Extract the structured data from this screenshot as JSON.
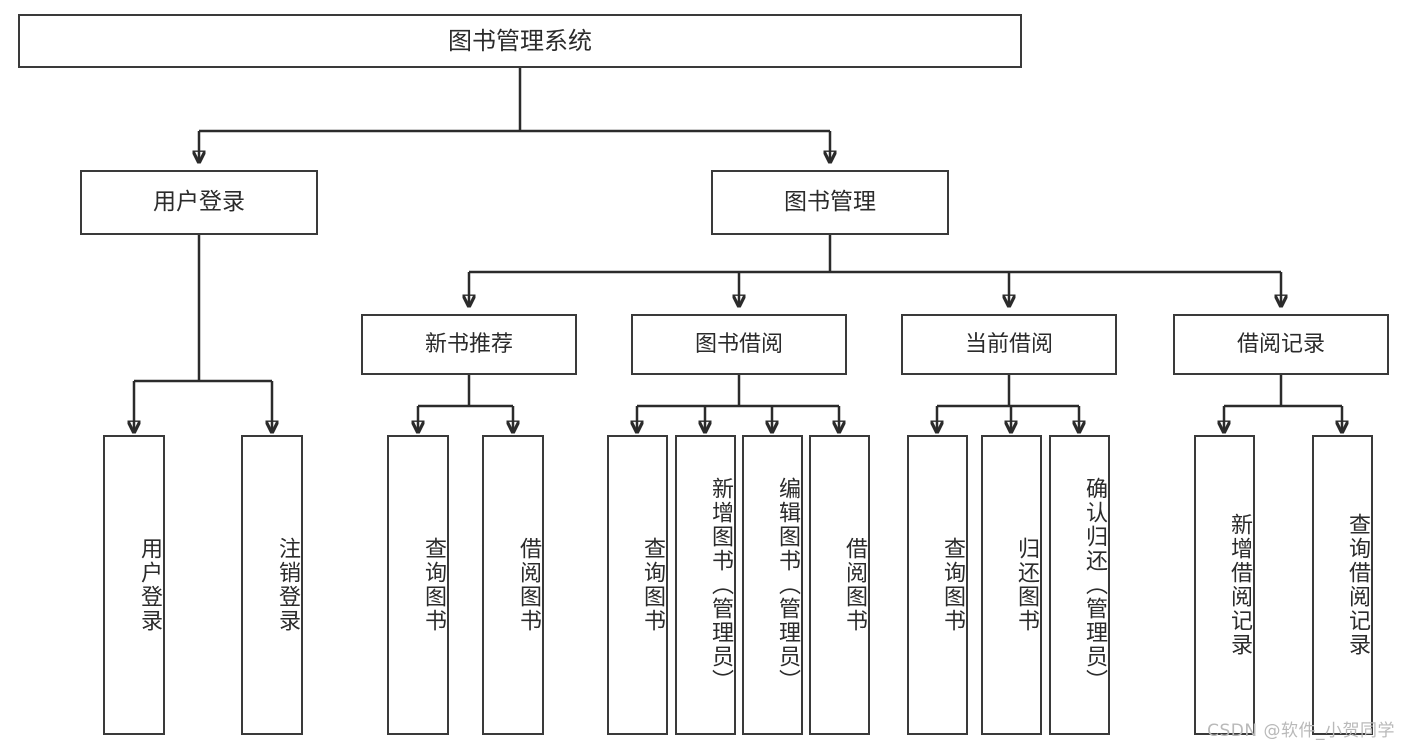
{
  "diagram": {
    "title": "图书管理系统",
    "type": "functional-structure-tree",
    "root": {
      "label": "图书管理系统"
    },
    "level2": [
      {
        "label": "用户登录"
      },
      {
        "label": "图书管理"
      }
    ],
    "level3": [
      {
        "label": "新书推荐"
      },
      {
        "label": "图书借阅"
      },
      {
        "label": "当前借阅"
      },
      {
        "label": "借阅记录"
      }
    ],
    "leaves": [
      {
        "label": "用户登录",
        "parent": "用户登录"
      },
      {
        "label": "注销登录",
        "parent": "用户登录"
      },
      {
        "label": "查询图书",
        "parent": "新书推荐"
      },
      {
        "label": "借阅图书",
        "parent": "新书推荐"
      },
      {
        "label": "查询图书",
        "parent": "图书借阅"
      },
      {
        "label": "新增图书（管理员）",
        "parent": "图书借阅"
      },
      {
        "label": "编辑图书（管理员）",
        "parent": "图书借阅"
      },
      {
        "label": "借阅图书",
        "parent": "图书借阅"
      },
      {
        "label": "查询图书",
        "parent": "当前借阅"
      },
      {
        "label": "归还图书",
        "parent": "当前借阅"
      },
      {
        "label": "确认归还（管理员）",
        "parent": "当前借阅"
      },
      {
        "label": "新增借阅记录",
        "parent": "借阅记录"
      },
      {
        "label": "查询借阅记录",
        "parent": "借阅记录"
      }
    ],
    "watermark": "CSDN @软件_小贺同学",
    "colors": {
      "stroke": "#3a3a3a",
      "text": "#2b2b2b",
      "background": "#ffffff",
      "watermark": "#b9b9b9"
    }
  }
}
